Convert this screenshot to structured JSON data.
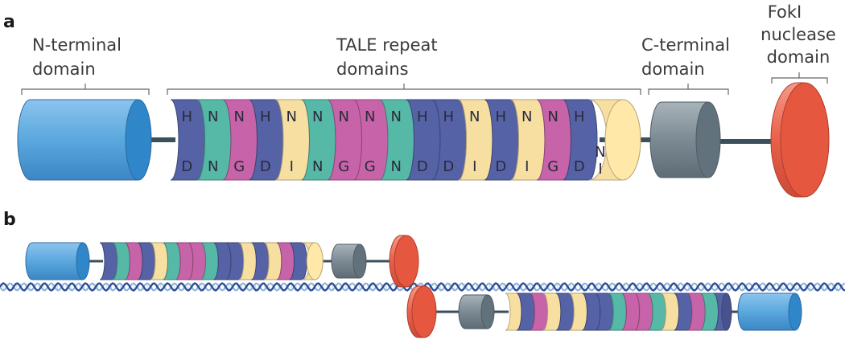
{
  "panel_a_label": "a",
  "panel_b_label": "b",
  "labels": {
    "n_terminal": [
      "N-terminal",
      "domain"
    ],
    "tale_repeat": [
      "TALE repeat",
      "domains"
    ],
    "c_terminal": [
      "C-terminal",
      "domain"
    ],
    "foki": [
      "FokI",
      "nuclease",
      "domain"
    ]
  },
  "repeats": [
    {
      "top": "H",
      "bottom": "D",
      "color": "#5562a6"
    },
    {
      "top": "N",
      "bottom": "N",
      "color": "#56b8a6"
    },
    {
      "top": "N",
      "bottom": "G",
      "color": "#c763a8"
    },
    {
      "top": "H",
      "bottom": "D",
      "color": "#5562a6"
    },
    {
      "top": "N",
      "bottom": "I",
      "color": "#f7dfa2"
    },
    {
      "top": "N",
      "bottom": "N",
      "color": "#56b8a6"
    },
    {
      "top": "N",
      "bottom": "G",
      "color": "#c763a8"
    },
    {
      "top": "N",
      "bottom": "G",
      "color": "#c763a8"
    },
    {
      "top": "N",
      "bottom": "N",
      "color": "#56b8a6"
    },
    {
      "top": "H",
      "bottom": "D",
      "color": "#5562a6"
    },
    {
      "top": "H",
      "bottom": "D",
      "color": "#5562a6"
    },
    {
      "top": "N",
      "bottom": "I",
      "color": "#f7dfa2"
    },
    {
      "top": "H",
      "bottom": "D",
      "color": "#5562a6"
    },
    {
      "top": "N",
      "bottom": "I",
      "color": "#f7dfa2"
    },
    {
      "top": "N",
      "bottom": "G",
      "color": "#c763a8"
    },
    {
      "top": "H",
      "bottom": "D",
      "color": "#5562a6"
    }
  ],
  "half_repeat": {
    "top": "N",
    "bottom": "I",
    "color": "#f7dfa2"
  },
  "colors": {
    "n_terminal": "#5aa8de",
    "c_terminal": "#7b8a93",
    "foki": "#e8604a",
    "linker": "#3b4f5c",
    "dna_a": "#2b4f9a",
    "dna_b": "#8fb0d8"
  }
}
